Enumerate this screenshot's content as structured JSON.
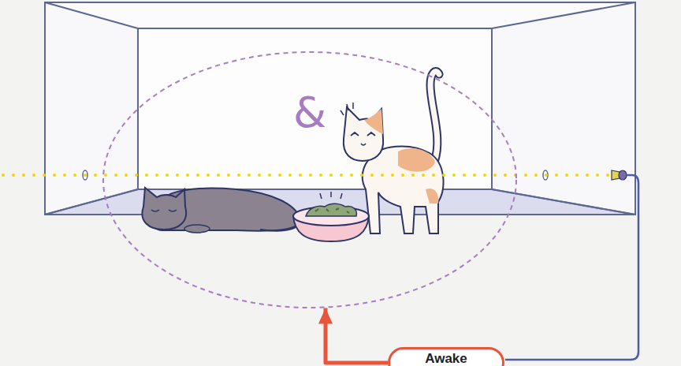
{
  "diagram": {
    "nodes": [
      {
        "text": [
          "&"
        ]
      },
      {
        "text": [
          "Awake"
        ]
      }
    ],
    "edges": [
      {
        "from": 1,
        "to": 0,
        "arrow": "to"
      }
    ]
  }
}
